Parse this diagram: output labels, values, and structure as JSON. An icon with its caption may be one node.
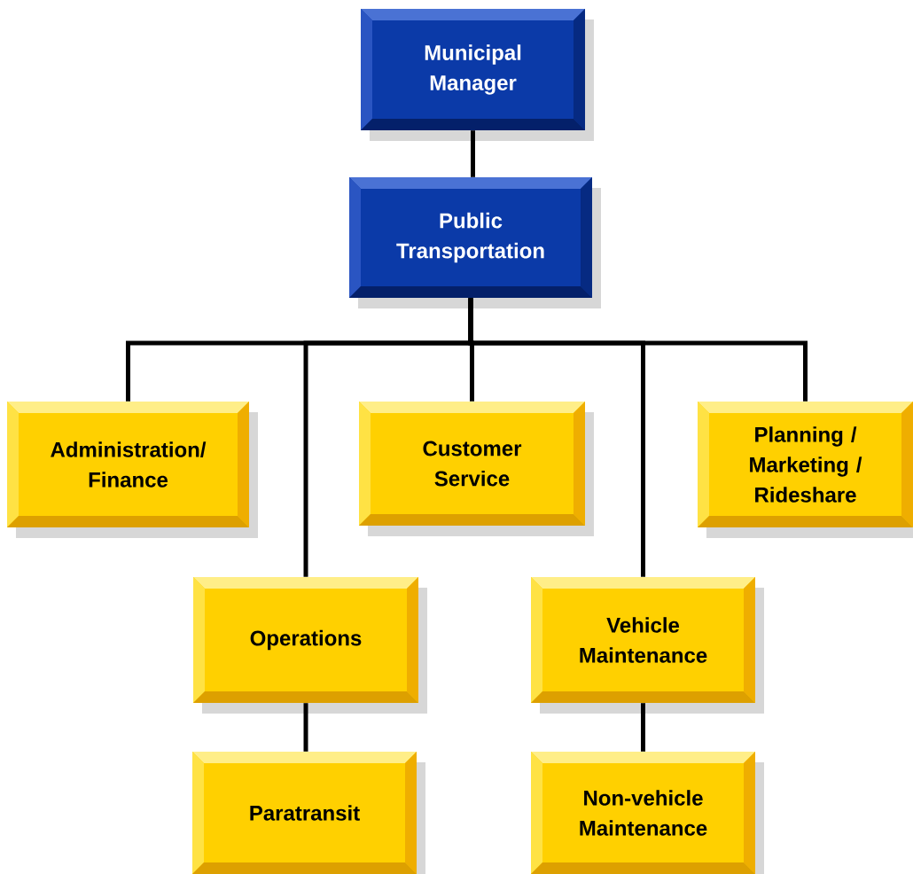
{
  "diagram": {
    "nodes": [
      {
        "text": [
          "Municipal Manager"
        ]
      },
      {
        "text": [
          "Public Transportation"
        ]
      },
      {
        "text": [
          "Administration/ Finance"
        ]
      },
      {
        "text": [
          "Customer Service"
        ]
      },
      {
        "text": [
          "Planning / Marketing / Rideshare"
        ]
      },
      {
        "text": [
          "Operations"
        ]
      },
      {
        "text": [
          "Vehicle Maintenance"
        ]
      },
      {
        "text": [
          "Paratransit"
        ]
      },
      {
        "text": [
          "Non-vehicle Maintenance"
        ]
      }
    ],
    "edges": [
      {
        "from": 0,
        "to": 1,
        "arrow": "none"
      },
      {
        "from": 1,
        "to": 2,
        "arrow": "none"
      },
      {
        "from": 1,
        "to": 5,
        "arrow": "none"
      },
      {
        "from": 1,
        "to": 3,
        "arrow": "none"
      },
      {
        "from": 1,
        "to": 6,
        "arrow": "none"
      },
      {
        "from": 1,
        "to": 4,
        "arrow": "none"
      },
      {
        "from": 5,
        "to": 7,
        "arrow": "none"
      },
      {
        "from": 6,
        "to": 8,
        "arrow": "none"
      }
    ]
  }
}
